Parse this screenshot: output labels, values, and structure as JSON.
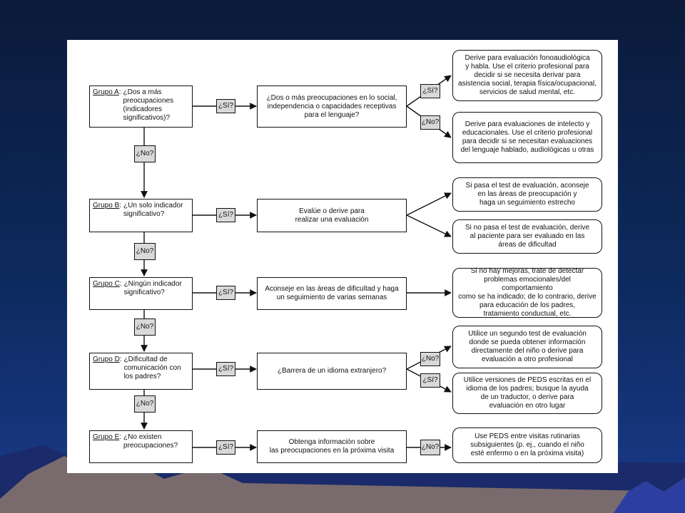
{
  "groups": [
    {
      "name": "Grupo A",
      "question": "¿Dos a más\npreocupaciones\n(indicadores\nsignificativos)?"
    },
    {
      "name": "Grupo B",
      "question": "¿Un solo indicador\nsignificativo?"
    },
    {
      "name": "Grupo C",
      "question": "¿Ningún indicador\nsignificativo?"
    },
    {
      "name": "Grupo D",
      "question": "¿Dificultad de\ncomunicación con\nlos padres?"
    },
    {
      "name": "Grupo E",
      "question": "¿No existen\npreocupaciones?"
    }
  ],
  "labels": {
    "yes": "¿Sí?",
    "no": "¿No?"
  },
  "middle": [
    "¿Dos o más preocupaciones en lo social,\nindependencia o capacidades receptivas\npara el lenguaje?",
    "Evalúe o derive para\nrealizar una evaluación",
    "Aconseje en las áreas de dificultad y haga\nun seguimiento de varias semanas",
    "¿Barrera de un idioma extranjero?",
    "Obtenga información sobre\nlas preocupaciones en la próxima visita"
  ],
  "results": [
    "Derive para evaluación fonoaudiológica\ny habla. Use el criterio profesional para\ndecidir si se necesita derivar para\nasistencia social, terapia física/ocupacional,\nservicios de salud mental, etc.",
    "Derive para evaluaciones de intelecto y\neducacionales. Use el criterio profesional\npara decidir si se necesitan evaluaciones\ndel lenguaje hablado, audiológicas u otras",
    "Si pasa el test de evaluación, aconseje\nen las áreas de preocupación y\nhaga un seguimiento estrecho",
    "Si no pasa el test de evaluación, derive\nal paciente para ser evaluado en las\náreas de dificultad",
    "Si no hay mejoras, trate de detectar\nproblemas emocionales/del comportamiento\ncomo se ha indicado; de lo contrario, derive\npara educación de los padres,\ntratamiento conductual, etc.",
    "Utilice un segundo test de evaluación\ndonde se pueda obtener información\ndirectamente del niño o derive para\nevaluación a otro profesional",
    "Utilice versiones de PEDS escritas en el\nidioma de los padres; busque la ayuda\nde un traductor, o derive para\nevaluación en otro lugar",
    "Use PEDS entre visitas rutinarias\nsubsiguientes (p. ej., cuando el niño\nesté enfermo o en la próxima visita)"
  ]
}
